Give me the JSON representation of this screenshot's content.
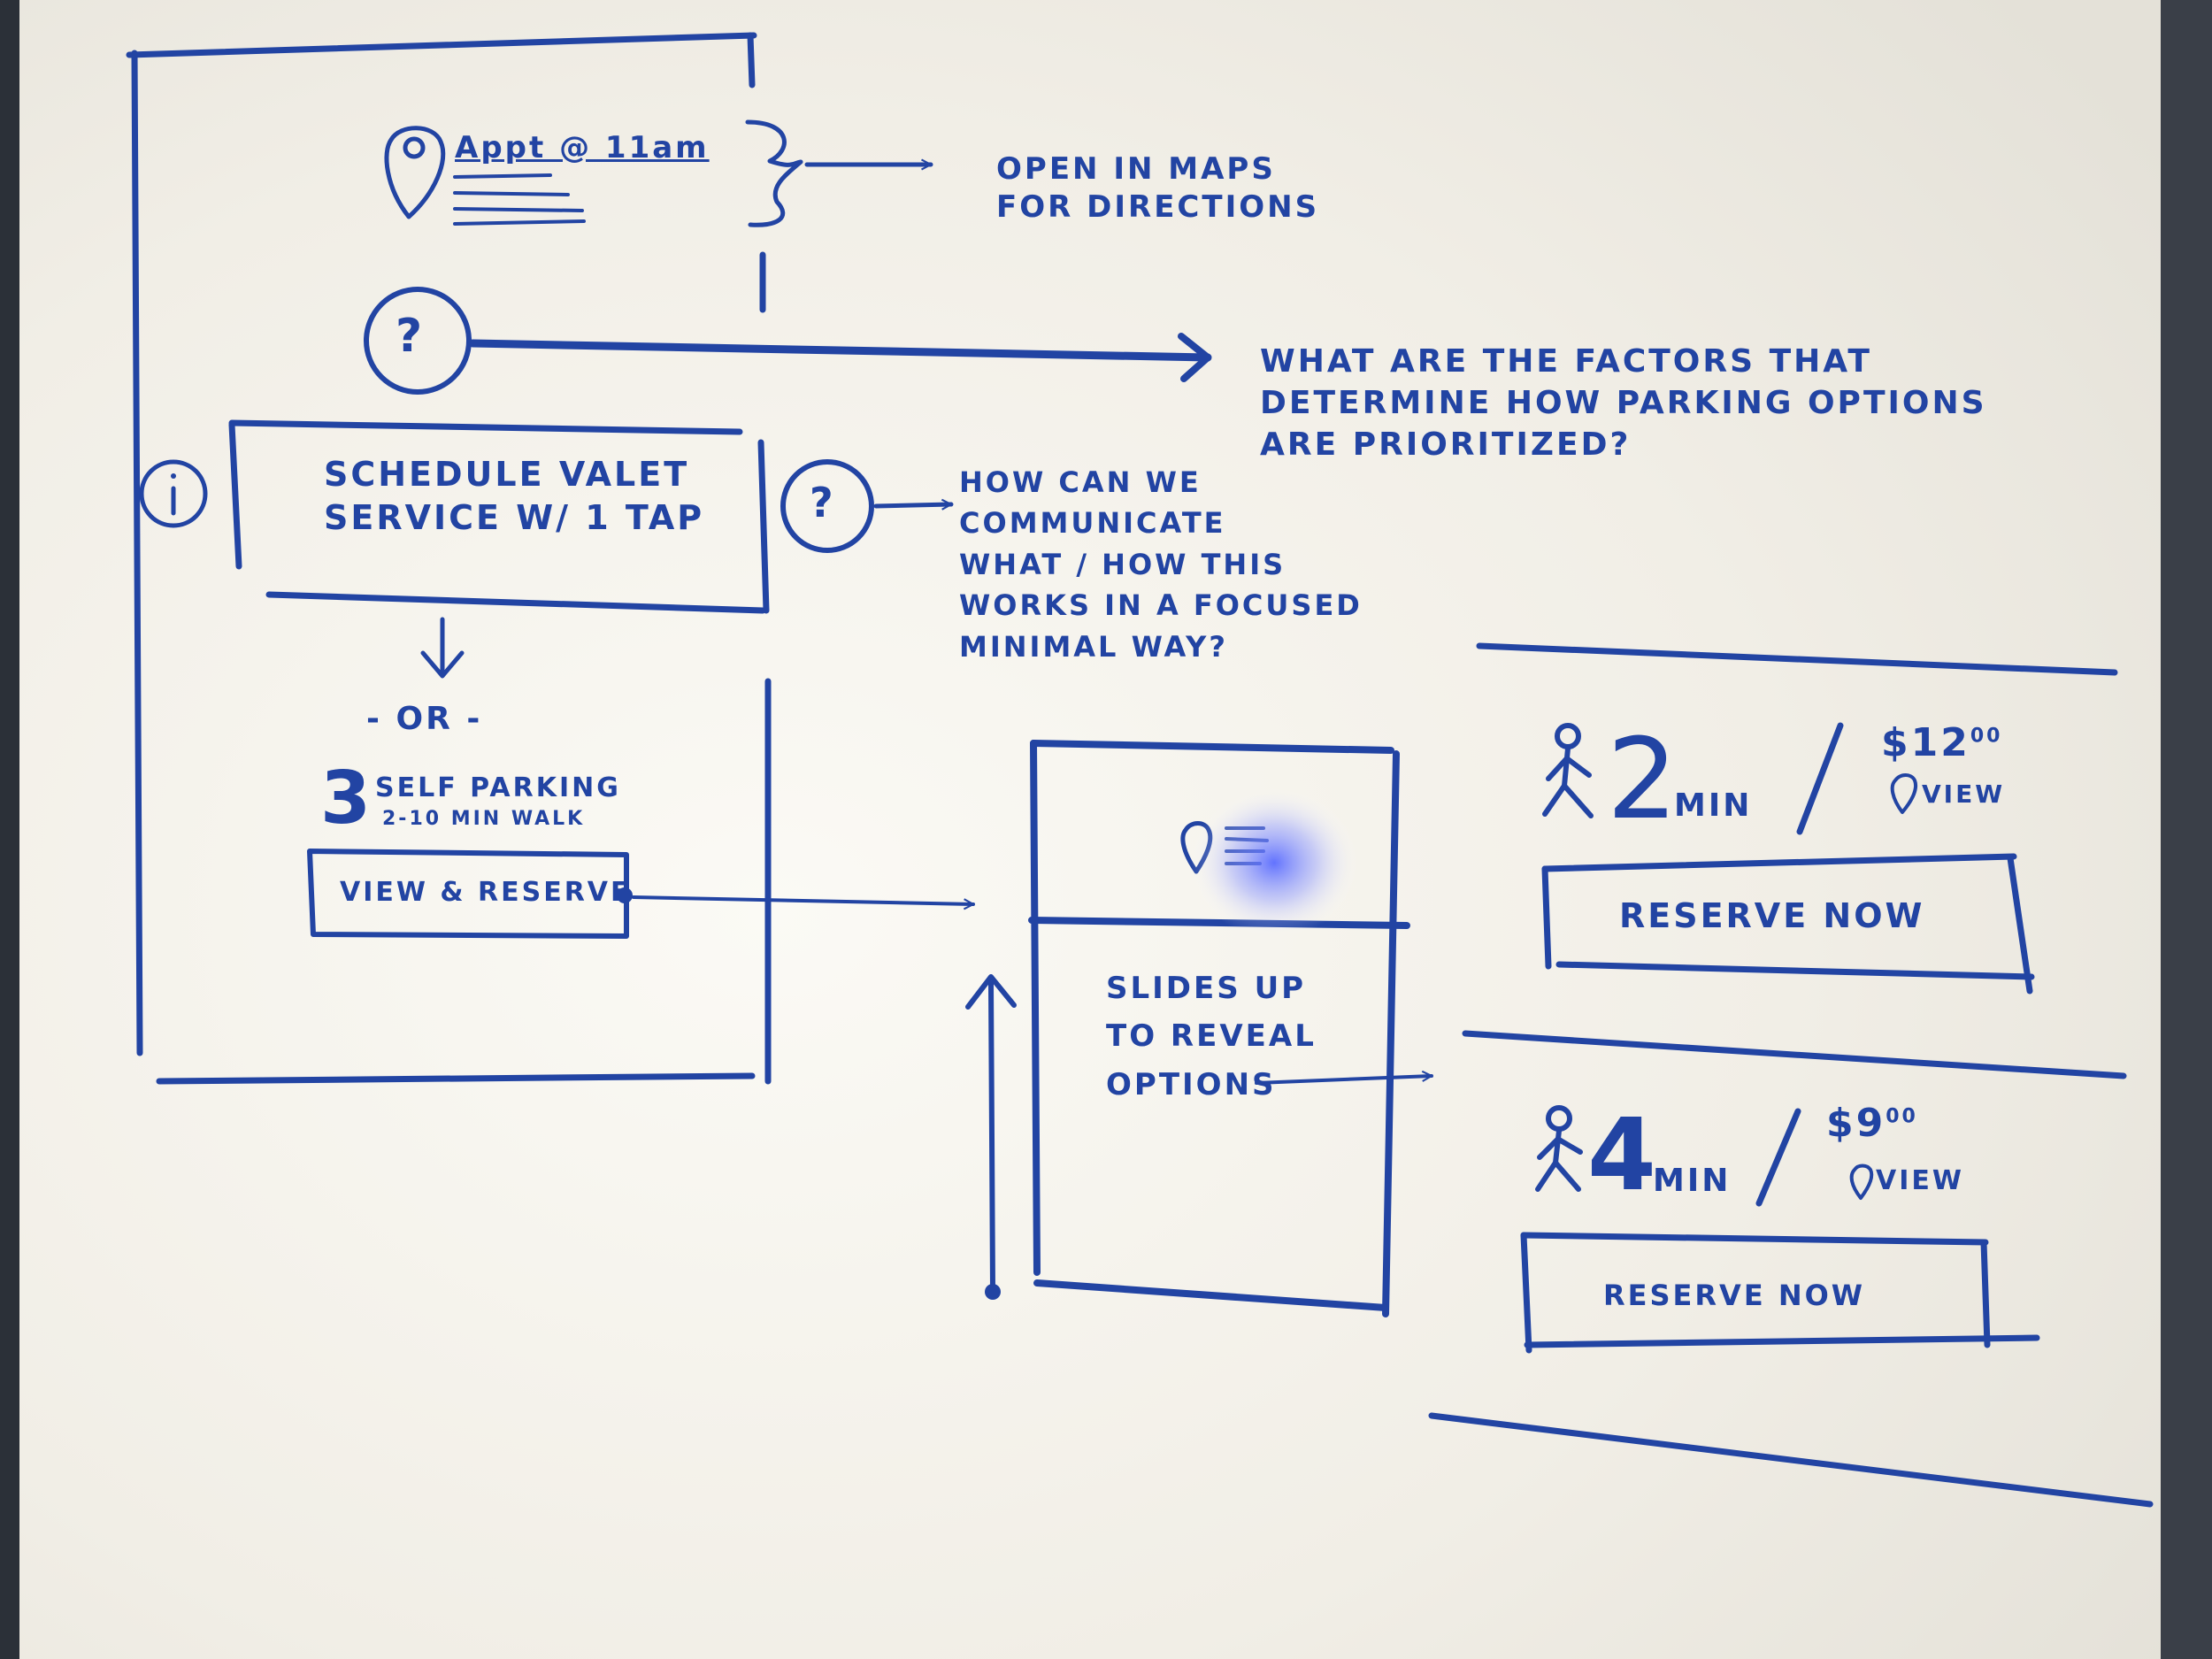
{
  "colors": {
    "ink": "#2244a3",
    "board": "#f1eee6",
    "frame": "#2b3038"
  },
  "phone_screen_1": {
    "appointment": {
      "label": "Appt @ 11am",
      "icon": "map-pin-icon"
    },
    "help_icon": "question-circle-icon",
    "info_icon": "info-circle-icon",
    "valet_button": {
      "lines": [
        "Schedule Valet",
        "Service w/ 1 tap"
      ]
    },
    "divider_label": "- OR -",
    "self_parking": {
      "count": "3",
      "title": "Self Parking",
      "subtitle": "2-10 min walk"
    },
    "view_reserve_button": "View & Reserve"
  },
  "annotations": {
    "maps_note": [
      "Open in maps",
      "for directions"
    ],
    "factors_question": [
      "What are the factors that",
      "determine how parking options",
      "are prioritized?"
    ],
    "communicate_question": [
      "How can we",
      "communicate",
      "what / how this",
      "works in a focused",
      "minimal way?"
    ]
  },
  "phone_screen_2": {
    "slide_note": [
      "Slides up",
      "to reveal",
      "options"
    ]
  },
  "options_list": [
    {
      "walk_minutes": "2",
      "unit": "min",
      "price": "$12",
      "price_cents": "00",
      "view_label": "view",
      "button": "Reserve now",
      "icon": "walking-person-icon"
    },
    {
      "walk_minutes": "4",
      "unit": "min",
      "price": "$9",
      "price_cents": "00",
      "view_label": "view",
      "button": "Reserve now",
      "icon": "walking-person-icon"
    }
  ]
}
